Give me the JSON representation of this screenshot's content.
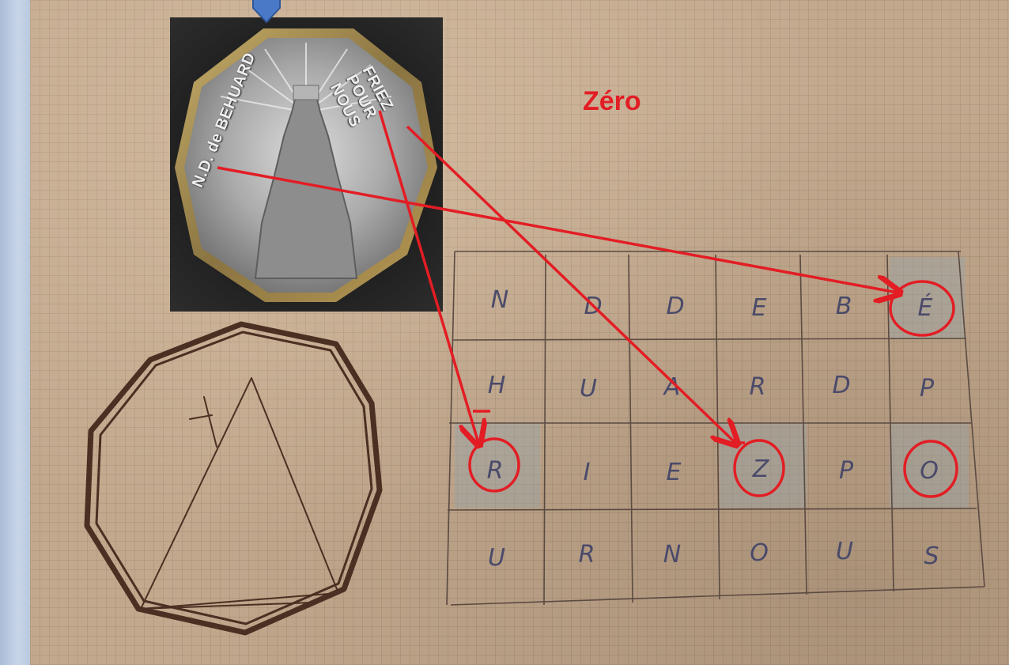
{
  "annotation": {
    "label": "Zéro",
    "color": "#e31d24"
  },
  "medal": {
    "left_inscription": "N.D. de BEHUARD",
    "right_inscription": "FRIEZ POUR NOUS"
  },
  "letter_grid": {
    "rows": [
      [
        "N",
        "D",
        "D",
        "E",
        "B",
        "É"
      ],
      [
        "H",
        "U",
        "A",
        "R",
        "D",
        "P"
      ],
      [
        "R",
        "I",
        "E",
        "Z",
        "P",
        "O"
      ],
      [
        "U",
        "R",
        "N",
        "O",
        "U",
        "S"
      ]
    ],
    "circled": [
      "É",
      "R",
      "Z",
      "O"
    ]
  },
  "sketch": {
    "mark": "X"
  },
  "icons": {
    "top_marker": "down-arrow-icon"
  }
}
